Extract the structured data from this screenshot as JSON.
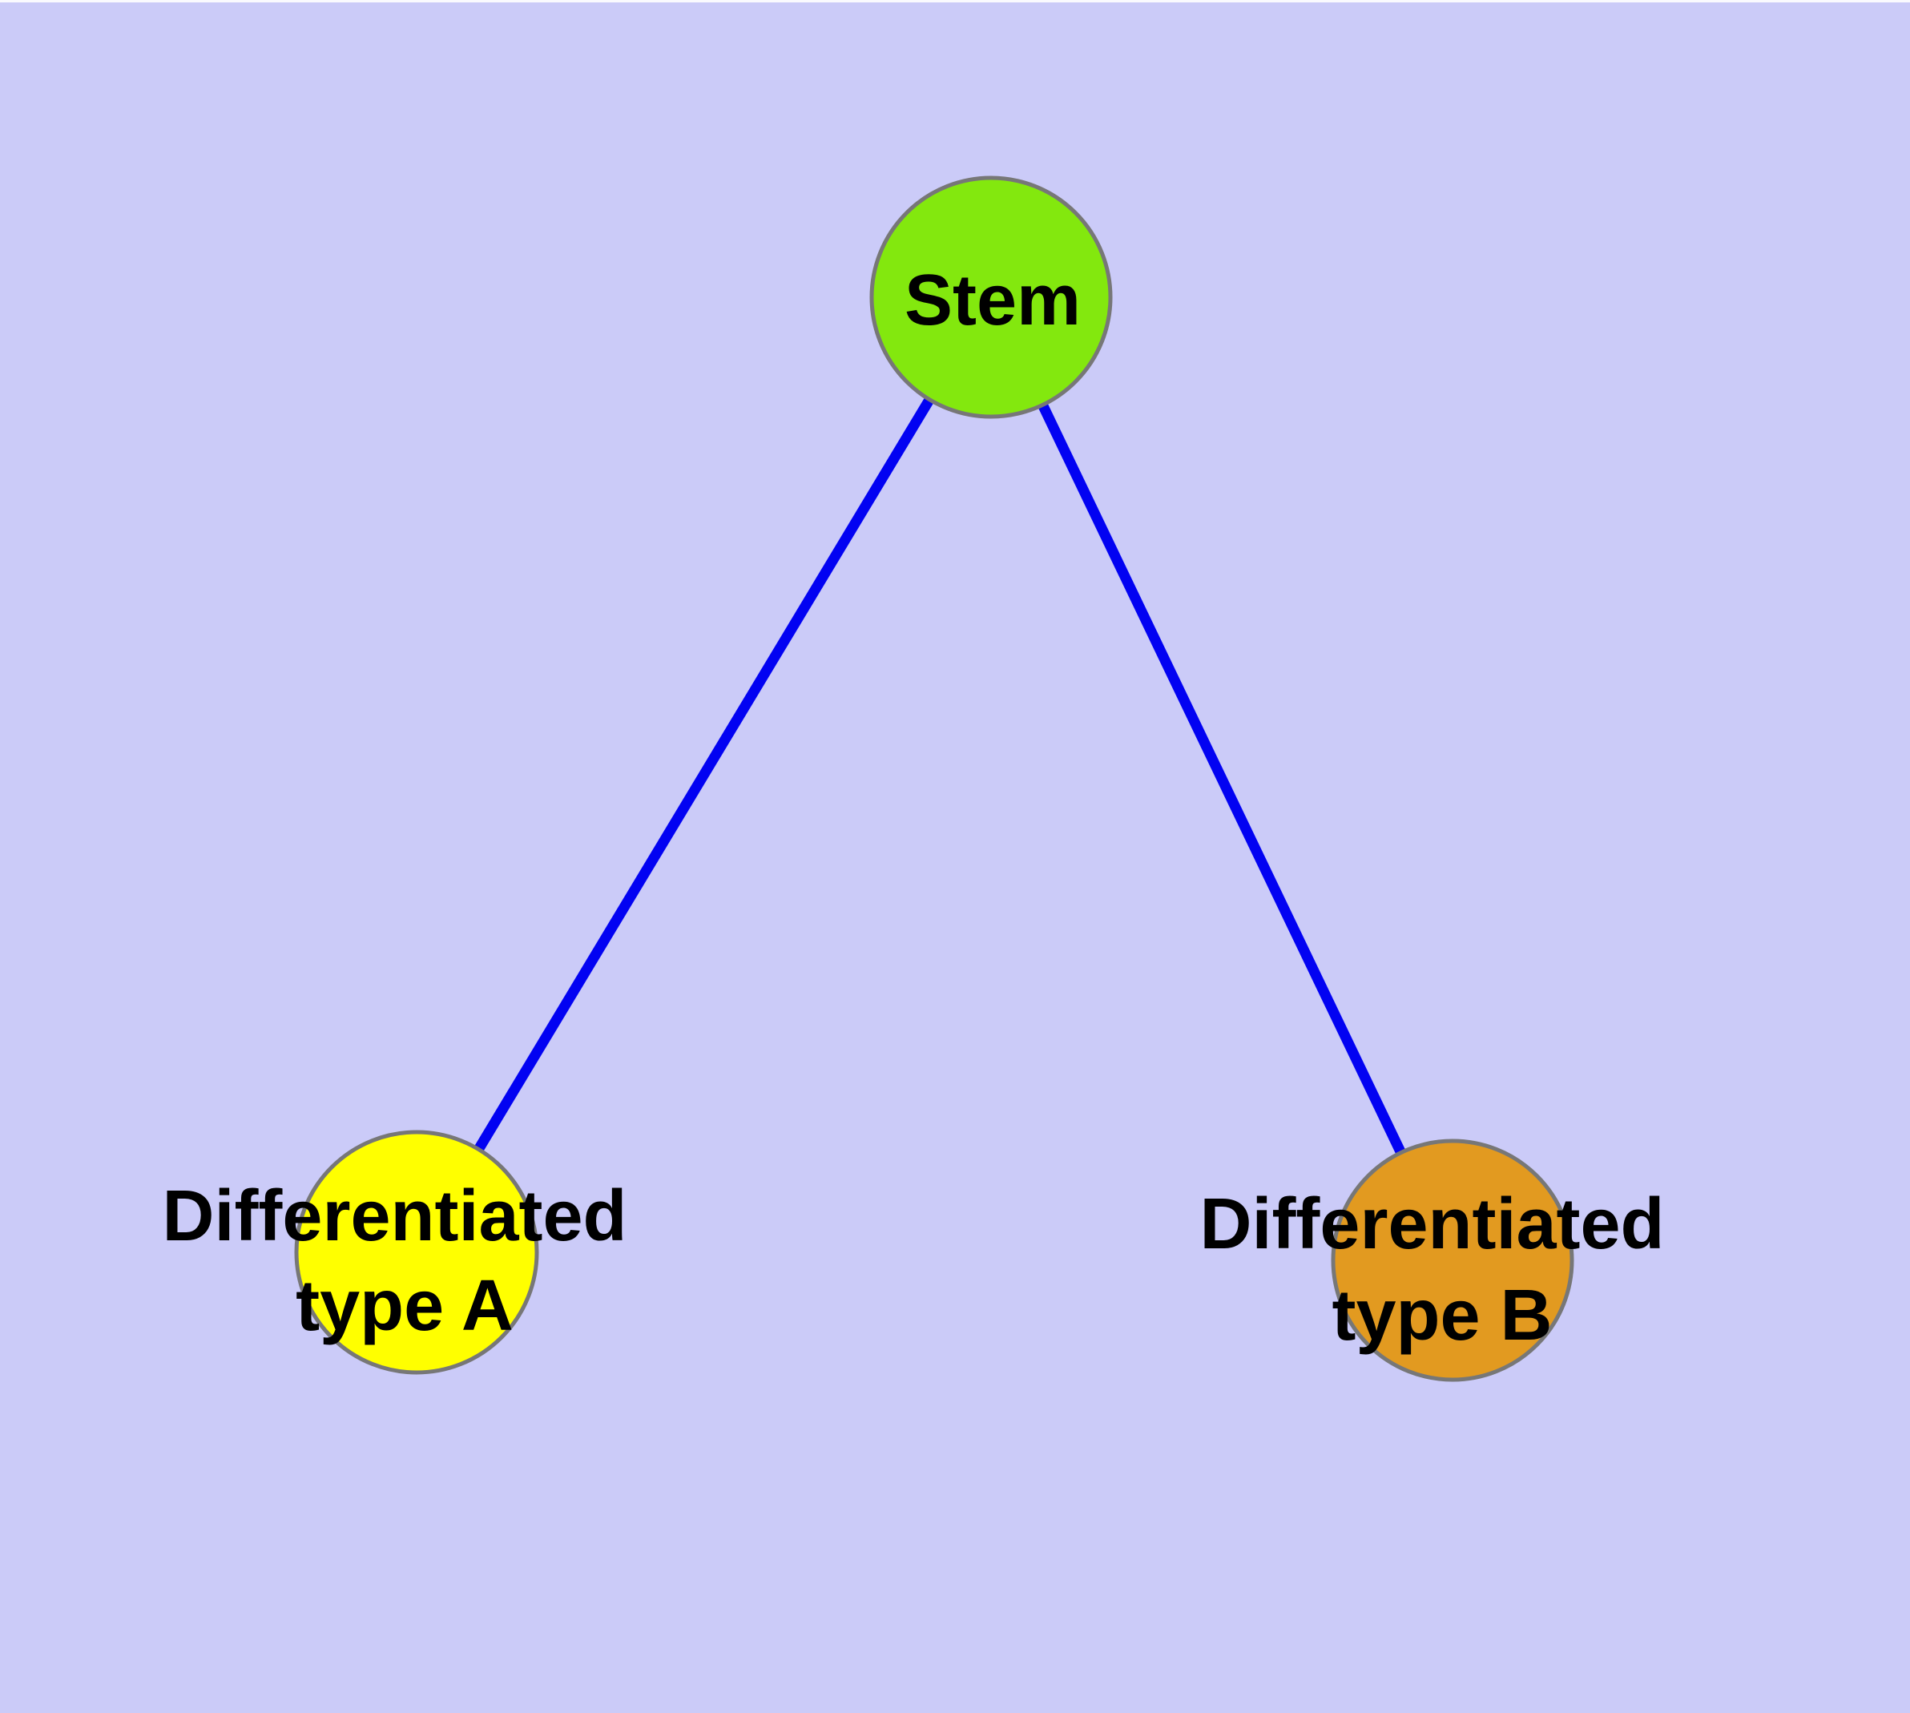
{
  "canvas": {
    "background": "#CBCBF8",
    "top_strip_color": "#FAFAFE"
  },
  "diagram": {
    "type": "node-link-graph",
    "text_color": "#000000",
    "nodes": [
      {
        "id": "stem",
        "label": "Stem",
        "fill": "#83E80E",
        "stroke": "#777777"
      },
      {
        "id": "differentiated-type-a",
        "label": "Differentiated type A",
        "lines": [
          "Differentiated",
          "type A"
        ],
        "fill": "#FFFF00",
        "stroke": "#777777"
      },
      {
        "id": "differentiated-type-b",
        "label": "Differentiated type B",
        "lines": [
          "Differentiated",
          "type B"
        ],
        "fill": "#E29A20",
        "stroke": "#777777"
      }
    ],
    "edges": [
      {
        "from": "stem",
        "to": "differentiated-type-a",
        "color": "#0202F2",
        "width": "13"
      },
      {
        "from": "stem",
        "to": "differentiated-type-b",
        "color": "#0202F2",
        "width": "13"
      }
    ]
  }
}
